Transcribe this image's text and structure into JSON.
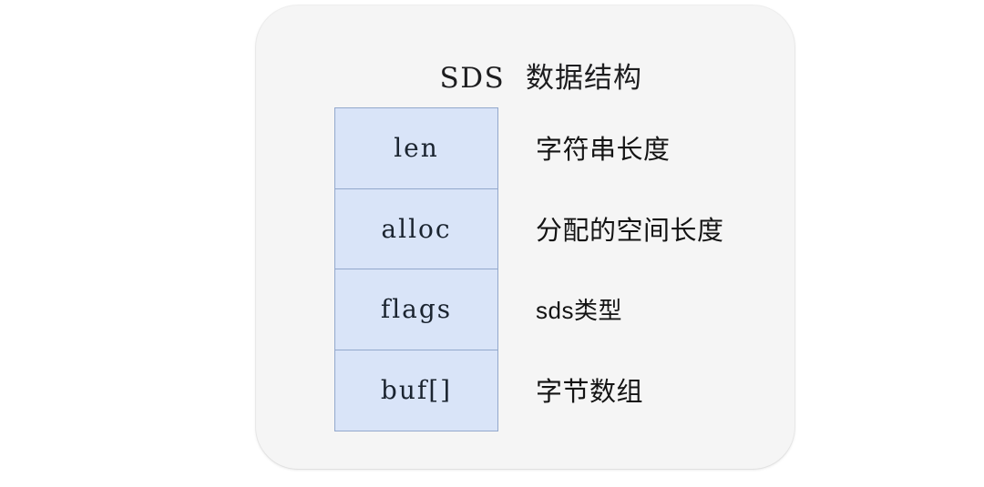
{
  "card": {
    "title_code": "SDS",
    "title_cjk": "数据结构",
    "title_full": "SDS 数据结构",
    "background_color": "#f5f5f5",
    "page_background_color": "#ffffff"
  },
  "struct": {
    "cell_fill_color": "#d9e4f8",
    "cell_border_color": "#93a8cc",
    "fields": [
      {
        "name": "len",
        "description": "字符串长度",
        "description_size": "normal"
      },
      {
        "name": "alloc",
        "description": "分配的空间长度",
        "description_size": "normal"
      },
      {
        "name": "flags",
        "description": "sds类型",
        "description_size": "small"
      },
      {
        "name": "buf[]",
        "description": "字节数组",
        "description_size": "normal"
      }
    ]
  }
}
